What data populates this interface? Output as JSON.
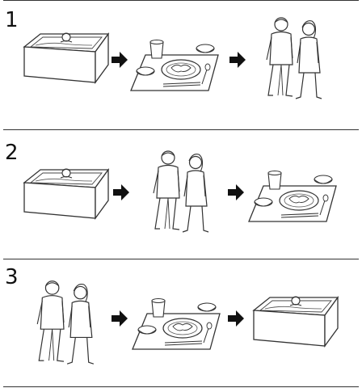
{
  "rows": [
    {
      "number": "1",
      "sequence": [
        "bath",
        "meal",
        "walk"
      ]
    },
    {
      "number": "2",
      "sequence": [
        "bath",
        "walk",
        "meal"
      ]
    },
    {
      "number": "3",
      "sequence": [
        "walk",
        "meal",
        "bath"
      ]
    }
  ],
  "icons": {
    "bath": "bathtub-icon",
    "meal": "meal-tray-icon",
    "walk": "walking-couple-icon",
    "arrow": "arrow-right-icon"
  },
  "colors": {
    "line": "#333333",
    "arrow": "#111111"
  }
}
